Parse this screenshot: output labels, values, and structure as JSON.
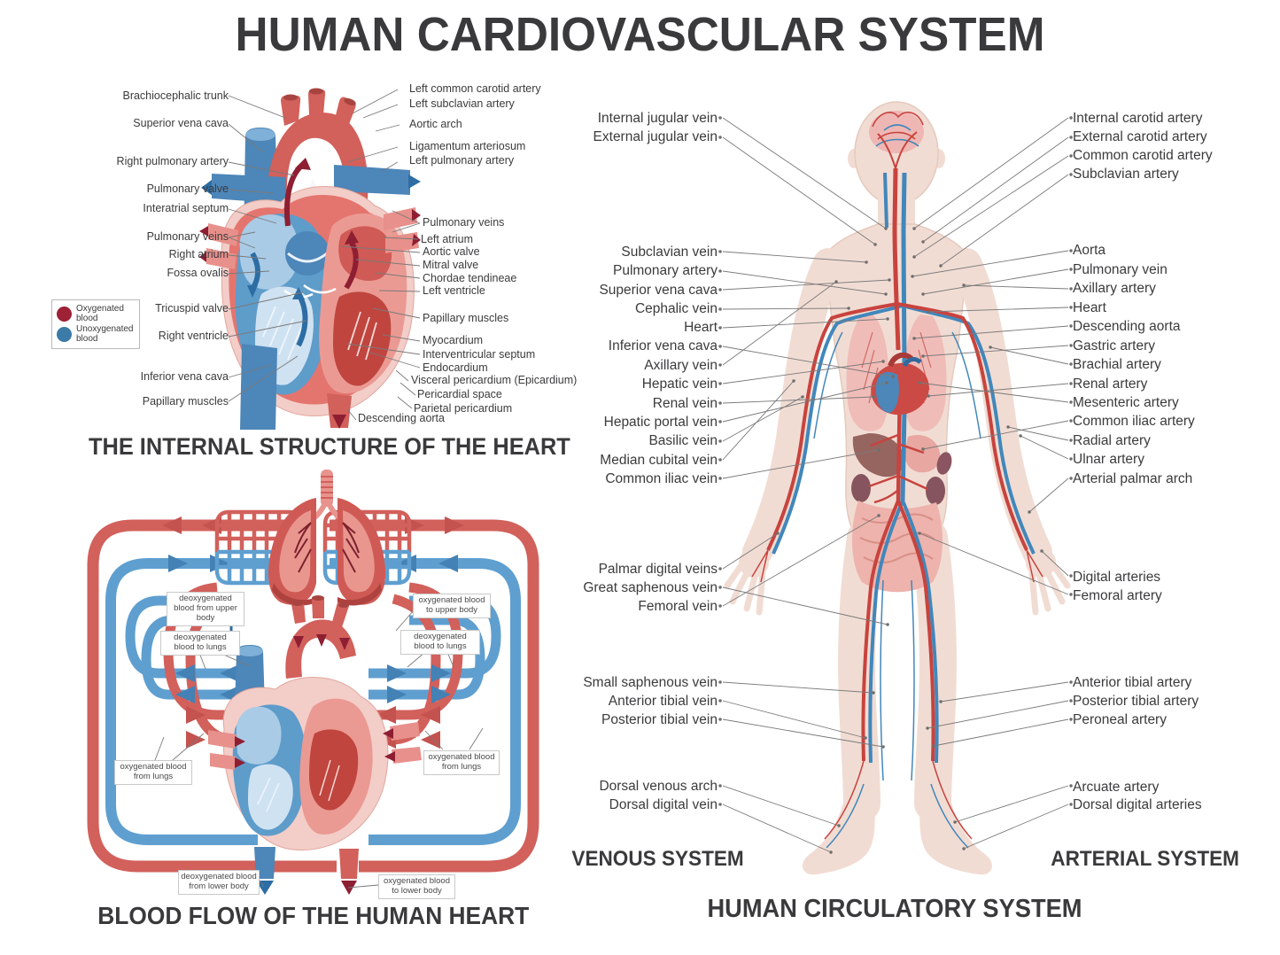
{
  "title": "HUMAN CARDIOVASCULAR SYSTEM",
  "heart": {
    "section_title": "THE INTERNAL STRUCTURE OF THE HEART",
    "left_labels": [
      "Brachiocephalic trunk",
      "Superior vena cava",
      "Right pulmonary artery",
      "Pulmonary valve",
      "Interatrial septum",
      "Pulmonary veins",
      "Right atrium",
      "Fossa ovalis",
      "Tricuspid valve",
      "Right ventricle",
      "Inferior vena cava",
      "Papillary muscles"
    ],
    "right_labels": [
      "Left common carotid artery",
      "Left subclavian artery",
      "Aortic arch",
      "Ligamentum arteriosum",
      "Left pulmonary artery",
      "Pulmonary veins",
      "Left atrium",
      "Aortic valve",
      "Mitral valve",
      "Chordae tendineae",
      "Left ventricle",
      "Papillary muscles",
      "Myocardium",
      "Interventricular septum",
      "Endocardium",
      "Visceral pericardium (Epicardium)",
      "Pericardial space",
      "Parietal pericardium",
      "Descending aorta"
    ],
    "legend": {
      "oxygenated": "Oxygenated blood",
      "unoxygenated": "Unoxygenated blood"
    }
  },
  "blood_flow": {
    "section_title": "BLOOD FLOW OF THE HUMAN HEART",
    "boxes": {
      "deoxy_upper": "deoxygenated blood from upper body",
      "oxy_upper": "oxygenated blood to upper body",
      "deoxy_lungs_left": "deoxygenated blood to lungs",
      "deoxy_lungs_right": "deoxygenated blood to lungs",
      "oxy_lungs_left": "oxygenated blood from lungs",
      "oxy_lungs_right": "oxygenated blood from lungs",
      "deoxy_lower": "deoxygenated blood from lower body",
      "oxy_lower": "oxygenated blood to lower body"
    }
  },
  "circulatory": {
    "section_title": "HUMAN CIRCULATORY SYSTEM",
    "venous_title": "VENOUS SYSTEM",
    "arterial_title": "ARTERIAL SYSTEM",
    "venous_labels": [
      "Internal jugular vein",
      "External jugular vein",
      "Subclavian vein",
      "Pulmonary artery",
      "Superior vena cava",
      "Cephalic vein",
      "Heart",
      "Inferior vena cava",
      "Axillary vein",
      "Hepatic vein",
      "Renal vein",
      "Hepatic portal vein",
      "Basilic vein",
      "Median cubital vein",
      "Common iliac vein",
      "Palmar digital veins",
      "Great saphenous vein",
      "Femoral vein",
      "Small saphenous vein",
      "Anterior tibial vein",
      "Posterior tibial vein",
      "Dorsal venous arch",
      "Dorsal digital vein"
    ],
    "arterial_labels": [
      "Internal carotid artery",
      "External carotid artery",
      "Common carotid artery",
      "Subclavian artery",
      "Aorta",
      "Pulmonary vein",
      "Axillary artery",
      "Heart",
      "Descending aorta",
      "Gastric artery",
      "Brachial artery",
      "Renal artery",
      "Mesenteric artery",
      "Common iliac artery",
      "Radial artery",
      "Ulnar artery",
      "Arterial palmar arch",
      "Digital arteries",
      "Femoral artery",
      "Anterior tibial artery",
      "Posterior tibial artery",
      "Peroneal artery",
      "Arcuate artery",
      "Dorsal digital arteries"
    ]
  },
  "colors": {
    "artery_red": "#d2605b",
    "vein_blue": "#5f9fd0",
    "oxygenated_dark_red": "#8e1e32",
    "unoxygenated_blue": "#3c7aa8",
    "label_text": "#3b3b3d",
    "skin": "#f1dcd3"
  }
}
